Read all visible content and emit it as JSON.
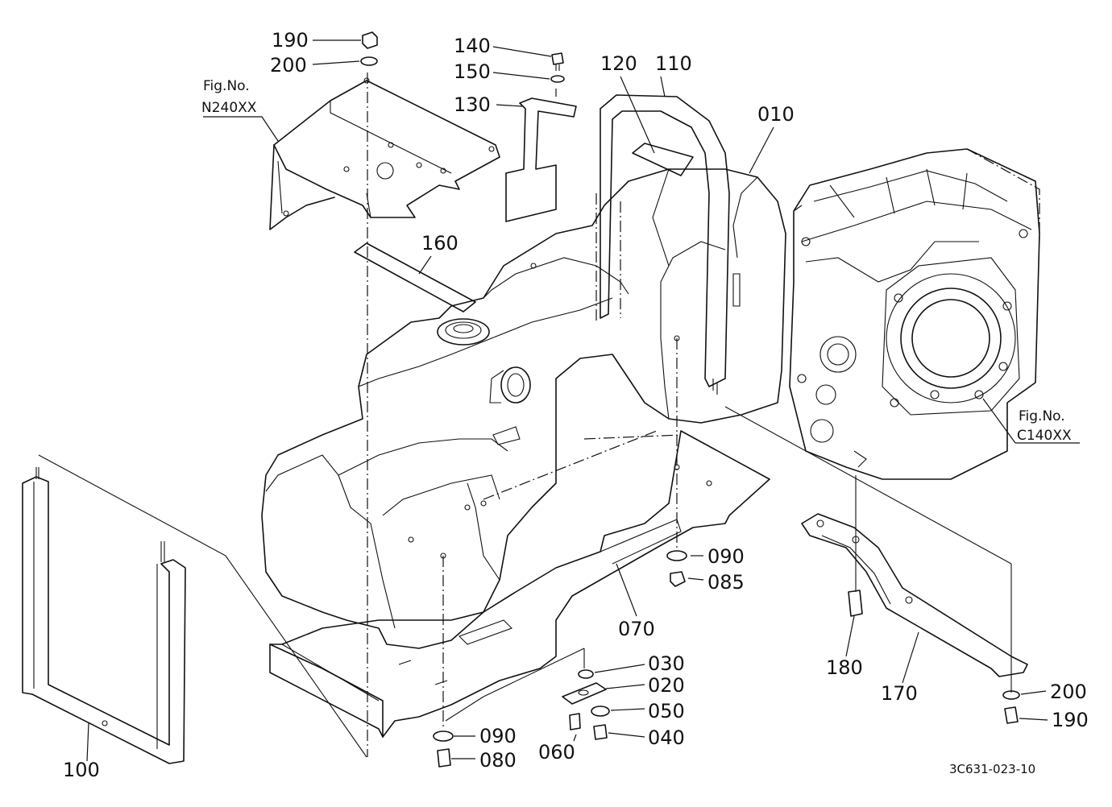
{
  "diagram": {
    "drawing_code": "3C631-023-10",
    "fig_refs": [
      {
        "id": "n240",
        "line1": "Fig.No.",
        "line2": "N240XX"
      },
      {
        "id": "c140",
        "line1": "Fig.No.",
        "line2": "C140XX"
      }
    ],
    "parts": [
      {
        "id": "p190a",
        "label": "190",
        "name": "nut-top"
      },
      {
        "id": "p200a",
        "label": "200",
        "name": "washer-top"
      },
      {
        "id": "p140",
        "label": "140",
        "name": "bolt"
      },
      {
        "id": "p150",
        "label": "150",
        "name": "washer"
      },
      {
        "id": "p130",
        "label": "130",
        "name": "bracket"
      },
      {
        "id": "p120",
        "label": "120",
        "name": "pad"
      },
      {
        "id": "p110",
        "label": "110",
        "name": "band"
      },
      {
        "id": "p010",
        "label": "010",
        "name": "fuel-tank"
      },
      {
        "id": "p160",
        "label": "160",
        "name": "rubber-pad"
      },
      {
        "id": "p090a",
        "label": "090",
        "name": "washer-right"
      },
      {
        "id": "p085",
        "label": "085",
        "name": "nut-right"
      },
      {
        "id": "p070",
        "label": "070",
        "name": "tank-plate"
      },
      {
        "id": "p030",
        "label": "030",
        "name": "washer-030"
      },
      {
        "id": "p020",
        "label": "020",
        "name": "plate-020"
      },
      {
        "id": "p050",
        "label": "050",
        "name": "washer-050"
      },
      {
        "id": "p040",
        "label": "040",
        "name": "bolt-040"
      },
      {
        "id": "p060",
        "label": "060",
        "name": "bolt-060"
      },
      {
        "id": "p090b",
        "label": "090",
        "name": "washer-bottom"
      },
      {
        "id": "p080",
        "label": "080",
        "name": "nut-bottom"
      },
      {
        "id": "p100",
        "label": "100",
        "name": "u-band"
      },
      {
        "id": "p180",
        "label": "180",
        "name": "stud"
      },
      {
        "id": "p170",
        "label": "170",
        "name": "stay"
      },
      {
        "id": "p200b",
        "label": "200",
        "name": "washer-bottom-right"
      },
      {
        "id": "p190b",
        "label": "190",
        "name": "nut-bottom-right"
      }
    ]
  }
}
